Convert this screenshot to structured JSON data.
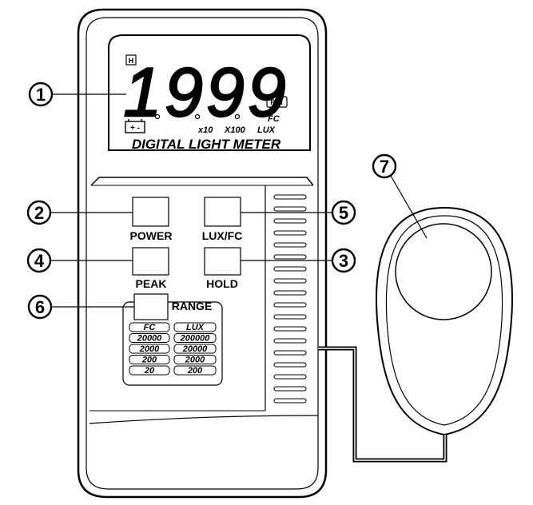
{
  "title_plate": "DIGITAL LIGHT METER",
  "display": {
    "digits": "1999",
    "hold_indicator": "H",
    "peak_hold_indicator": "P-H",
    "battery_indicator": "+ -",
    "multiplier_x10": "x10",
    "multiplier_x100": "X100",
    "unit_lux": "LUX",
    "unit_fc": "FC"
  },
  "buttons": {
    "power": "POWER",
    "lux_fc": "LUX/FC",
    "peak": "PEAK",
    "hold": "HOLD",
    "range": "RANGE"
  },
  "range_table": {
    "headers": [
      "FC",
      "LUX"
    ],
    "rows": [
      [
        "20000",
        "200000"
      ],
      [
        "2000",
        "20000"
      ],
      [
        "200",
        "2000"
      ],
      [
        "20",
        "200"
      ]
    ]
  },
  "callouts": [
    "1",
    "2",
    "3",
    "4",
    "5",
    "6",
    "7"
  ]
}
